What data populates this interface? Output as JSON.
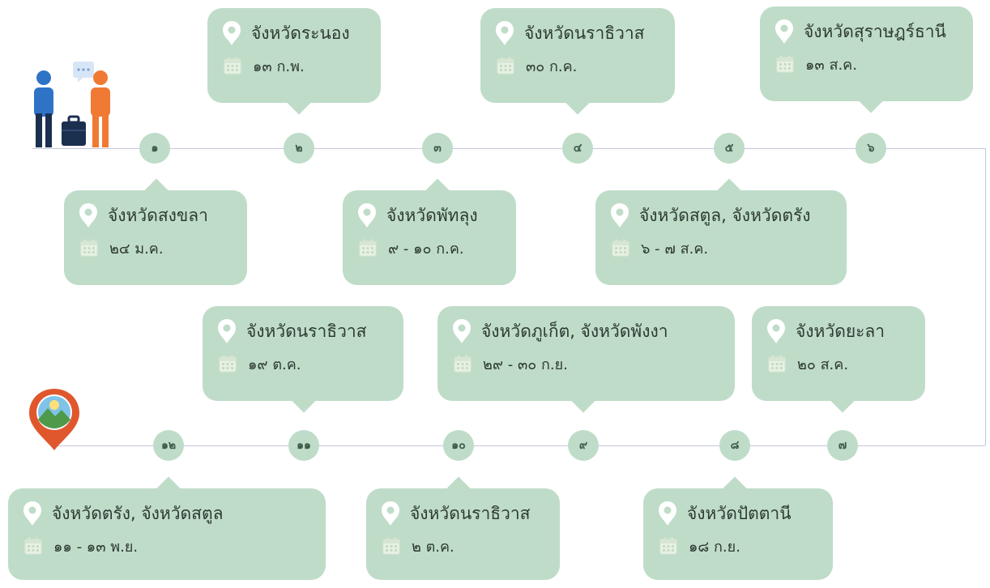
{
  "timeline": {
    "top_nodes": [
      "๑",
      "๒",
      "๓",
      "๔",
      "๕",
      "๖"
    ],
    "bottom_nodes": [
      "๗",
      "๘",
      "๙",
      "๑๐",
      "๑๑",
      "๑๒"
    ]
  },
  "stops": [
    {
      "province": "จังหวัดสงขลา",
      "date": "๒๔ ม.ค."
    },
    {
      "province": "จังหวัดระนอง",
      "date": "๑๓ ก.พ."
    },
    {
      "province": "จังหวัดพัทลุง",
      "date": "๙ - ๑๐ ก.ค."
    },
    {
      "province": "จังหวัดนราธิวาส",
      "date": "๓๐ ก.ค."
    },
    {
      "province": "จังหวัดสตูล, จังหวัดตรัง",
      "date": "๖ - ๗ ส.ค."
    },
    {
      "province": "จังหวัดสุราษฎร์ธานี",
      "date": "๑๓ ส.ค."
    },
    {
      "province": "จังหวัดยะลา",
      "date": "๒๐ ส.ค."
    },
    {
      "province": "จังหวัดปัตตานี",
      "date": "๑๘ ก.ย."
    },
    {
      "province": "จังหวัดภูเก็ต,  จังหวัดพังงา",
      "date": "๒๙ - ๓๐ ก.ย."
    },
    {
      "province": "จังหวัดนราธิวาส",
      "date": "๒ ต.ค."
    },
    {
      "province": "จังหวัดนราธิวาส",
      "date": "๑๙ ต.ค."
    },
    {
      "province": "จังหวัดตรัง, จังหวัดสตูล",
      "date": "๑๑ - ๑๓ พ.ย."
    }
  ],
  "colors": {
    "callout_fill": "#bfdcc8",
    "node_fill": "#bfdcc8",
    "connector_line": "#c3c6de",
    "text": "#2d3a32"
  },
  "icons": {
    "start": "travelers-with-suitcase-icon",
    "end": "destination-pin-icon",
    "location": "location-pin-icon",
    "date": "calendar-icon"
  }
}
